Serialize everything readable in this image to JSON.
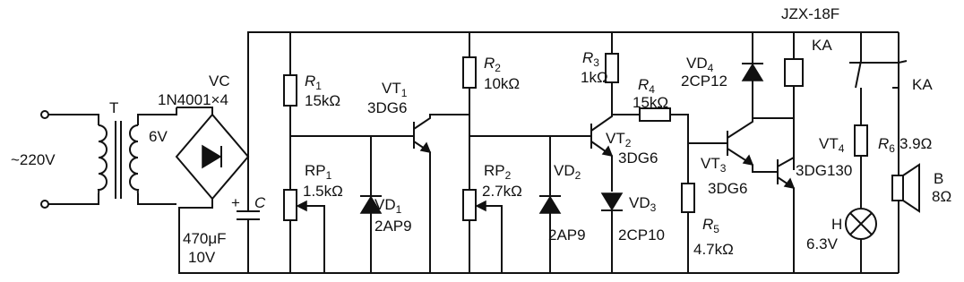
{
  "source": {
    "label": "~220V"
  },
  "transformer": {
    "name": "T",
    "secondary": "6V"
  },
  "rectifier": {
    "name": "VC",
    "part": "1N4001×4"
  },
  "capacitor": {
    "name": "C",
    "value": "470μF",
    "voltage": "10V"
  },
  "R1": {
    "name": "R",
    "sub": "1",
    "value": "15kΩ"
  },
  "RP1": {
    "name": "RP",
    "sub": "1",
    "value": "1.5kΩ"
  },
  "VD1": {
    "name": "VD",
    "sub": "1",
    "part": "2AP9"
  },
  "VT1": {
    "name": "VT",
    "sub": "1",
    "part": "3DG6"
  },
  "R2": {
    "name": "R",
    "sub": "2",
    "value": "10kΩ"
  },
  "RP2": {
    "name": "RP",
    "sub": "2",
    "value": "2.7kΩ"
  },
  "VD2": {
    "name": "VD",
    "sub": "2",
    "part": "2AP9"
  },
  "R3": {
    "name": "R",
    "sub": "3",
    "value": "1kΩ"
  },
  "VT2": {
    "name": "VT",
    "sub": "2",
    "part": "3DG6"
  },
  "VD3": {
    "name": "VD",
    "sub": "3",
    "part": "2CP10"
  },
  "R4": {
    "name": "R",
    "sub": "4",
    "value": "15kΩ"
  },
  "R5": {
    "name": "R",
    "sub": "5",
    "value": "4.7kΩ"
  },
  "VD4": {
    "name": "VD",
    "sub": "4",
    "part": "2CP12"
  },
  "VT3": {
    "name": "VT",
    "sub": "3",
    "part": "3DG6"
  },
  "VT4": {
    "name": "VT",
    "sub": "4",
    "part": "3DG130"
  },
  "relay": {
    "model": "JZX-18F",
    "coil": "KA",
    "contact": "KA"
  },
  "R6": {
    "name": "R",
    "sub": "6",
    "value": "3.9Ω"
  },
  "lamp": {
    "name": "H",
    "voltage": "6.3V"
  },
  "speaker": {
    "name": "B",
    "impedance": "8Ω"
  }
}
